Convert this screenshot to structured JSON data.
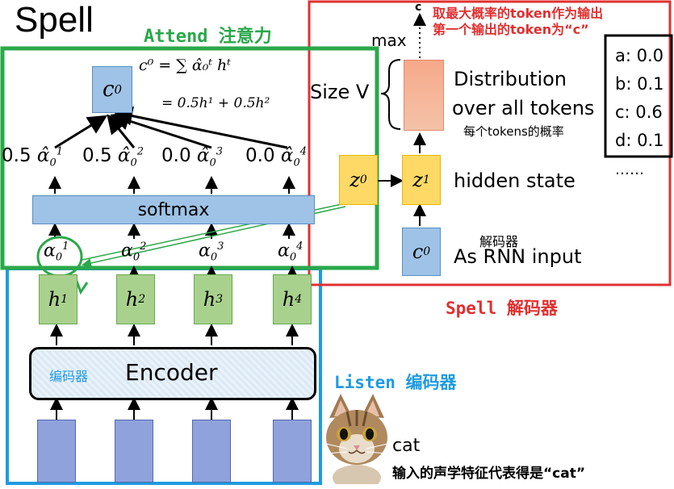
{
  "titles": {
    "spell": "Spell",
    "attend_label": "Attend 注意力",
    "spell_decoder_label": "Spell 解码器",
    "listen_label": "Listen 编码器"
  },
  "attend": {
    "context": "c",
    "context_sup": "0",
    "formula_line1": "c⁰ = ∑ α̂₀ᵗ hᵗ",
    "formula_line2": "= 0.5h¹ + 0.5h²",
    "weights": [
      "0.5",
      "0.5",
      "0.0",
      "0.0"
    ],
    "alpha_hat_symbol": "α̂",
    "alpha_symbol": "α",
    "alpha_sub": "0",
    "alpha_sups": [
      "1",
      "2",
      "3",
      "4"
    ],
    "softmax_label": "softmax"
  },
  "encoder": {
    "h_symbol": "h",
    "h_sups": [
      "1",
      "2",
      "3",
      "4"
    ],
    "cn_label": "编码器",
    "label": "Encoder"
  },
  "decoder": {
    "red_note_line1": "取最大概率的token作为输出",
    "red_note_line2": "第一个输出的token为“c”",
    "output_token": "c",
    "max_label": "max",
    "size_label": "Size V",
    "dist_line1": "Distribution",
    "dist_line2": "over all tokens",
    "dist_note": "每个tokens的概率",
    "z_symbol": "z",
    "z0_sup": "0",
    "z1_sup": "1",
    "hidden_state_label": "hidden state",
    "c_symbol": "c",
    "c_sup": "0",
    "decoder_cn": "解码器",
    "rnn_input_label": "As RNN input",
    "probs": [
      "a: 0.0",
      "b: 0.1",
      "c: 0.6",
      "d: 0.1",
      "……"
    ]
  },
  "input": {
    "word": "cat",
    "note": "输入的声学特征代表得是“cat”"
  },
  "colors": {
    "attend_green": "#2aa84a",
    "spell_red": "#e03030",
    "listen_blue": "#1e9be0"
  }
}
